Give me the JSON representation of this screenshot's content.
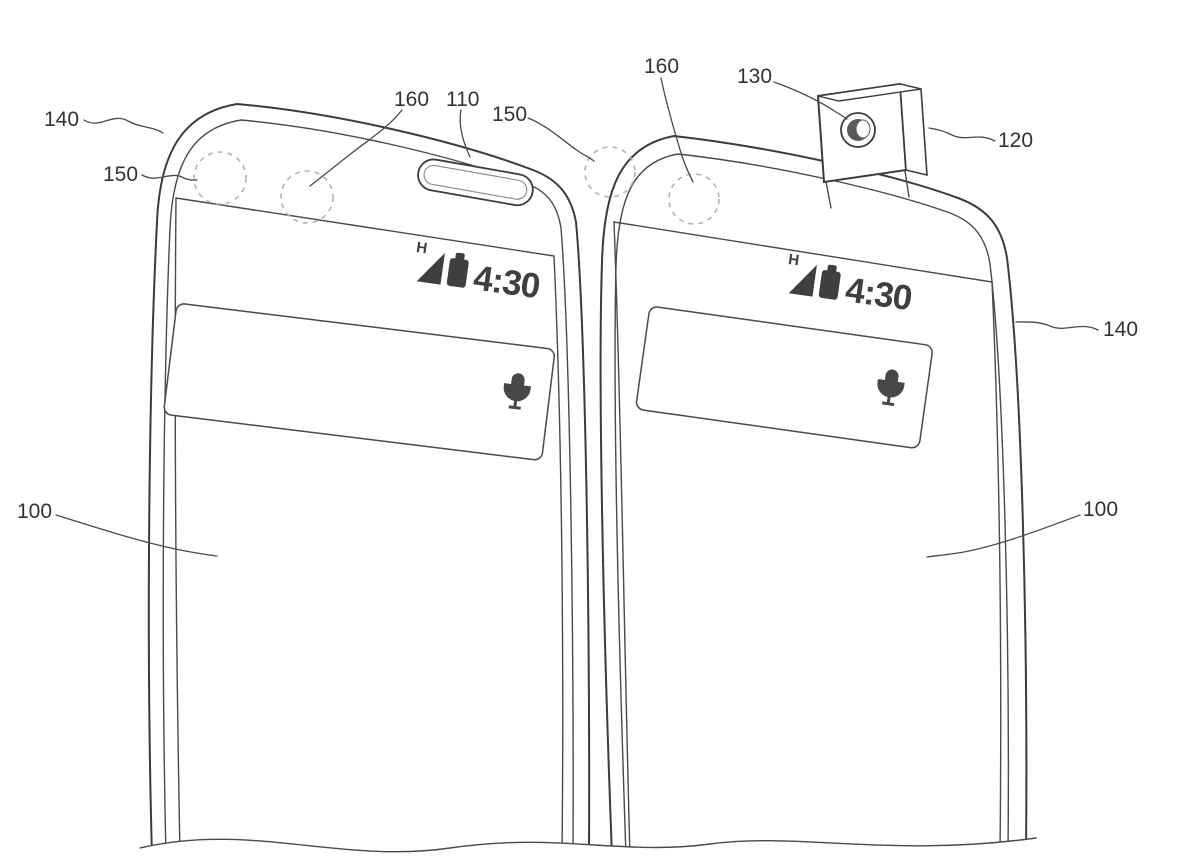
{
  "figure": {
    "colors": {
      "background": "#ffffff",
      "line": "#3c3c3c",
      "dashed": "#b3b3b3",
      "icon": "#3f3f3f"
    },
    "reference_labels": {
      "left_phone_frame": "140",
      "left_hidden_camera": "150",
      "left_hidden_sensor": "160",
      "receiver_slot": "110",
      "right_hidden_camera": "150",
      "right_hidden_sensor": "160",
      "popup_camera_lens": "130",
      "popup_camera_module": "120",
      "right_phone_frame": "140",
      "left_phone_body": "100",
      "right_phone_body": "100"
    },
    "left_phone": {
      "status_bar": {
        "network": "H",
        "time": "4:30"
      }
    },
    "right_phone": {
      "status_bar": {
        "network": "H",
        "time": "4:30"
      }
    }
  }
}
